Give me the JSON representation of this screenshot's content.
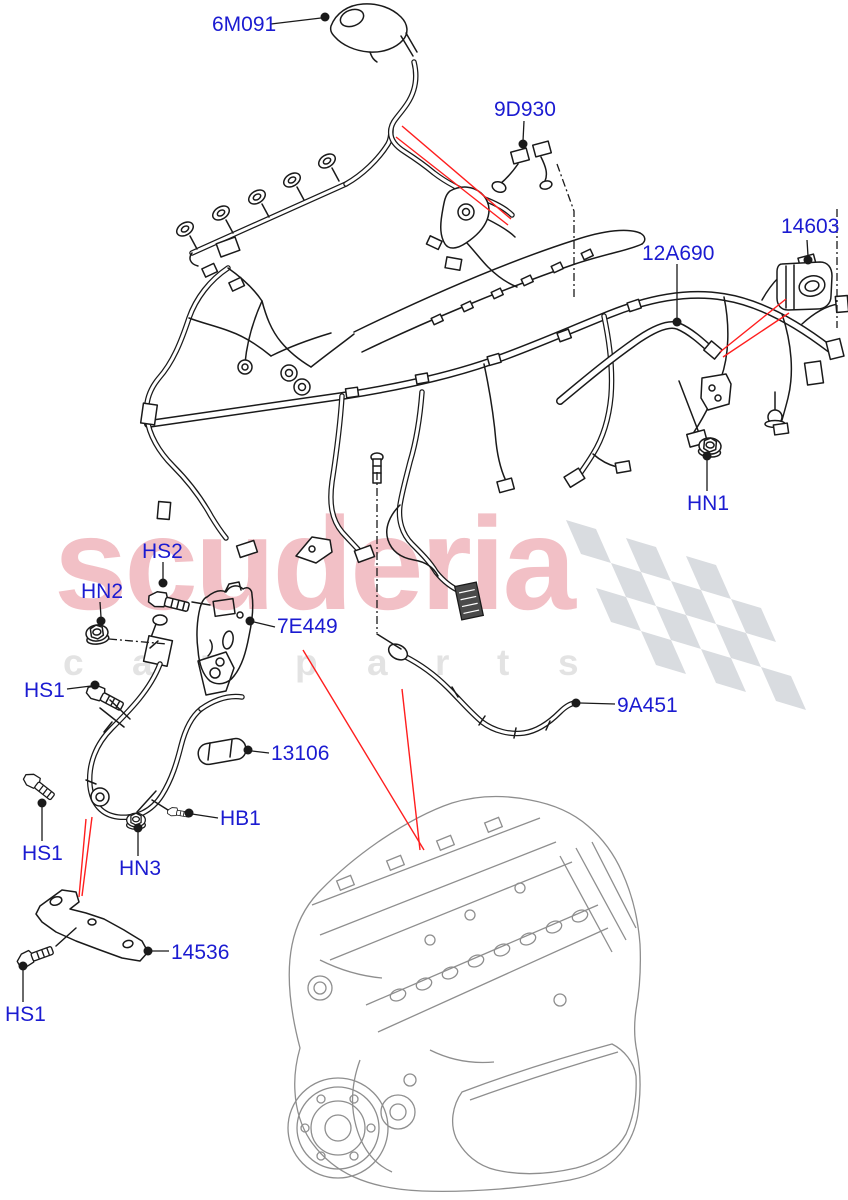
{
  "watermark": {
    "brand": "scuderia",
    "letters": [
      "c",
      "a",
      "r",
      "p",
      "a",
      "r",
      "t",
      "s"
    ]
  },
  "callouts": {
    "6m091": "6M091",
    "9d930": "9D930",
    "14603": "14603",
    "12a690": "12A690",
    "hn1": "HN1",
    "hs2": "HS2",
    "hn2": "HN2",
    "7e449": "7E449",
    "hs1_a": "HS1",
    "13106": "13106",
    "hb1": "HB1",
    "hs1_b": "HS1",
    "hn3": "HN3",
    "14536": "14536",
    "hs1_c": "HS1",
    "9a451": "9A451"
  },
  "colors": {
    "label_blue": "#1b1bd1",
    "leader_red": "#ff1e1e",
    "line_black": "#1a1a1a",
    "engine_grey": "#8e8e8e",
    "watermark_pink": "#f2c0c6",
    "watermark_letter_grey": "#e3e3e3",
    "flag_grey": "#d9dce0",
    "background": "#ffffff"
  }
}
